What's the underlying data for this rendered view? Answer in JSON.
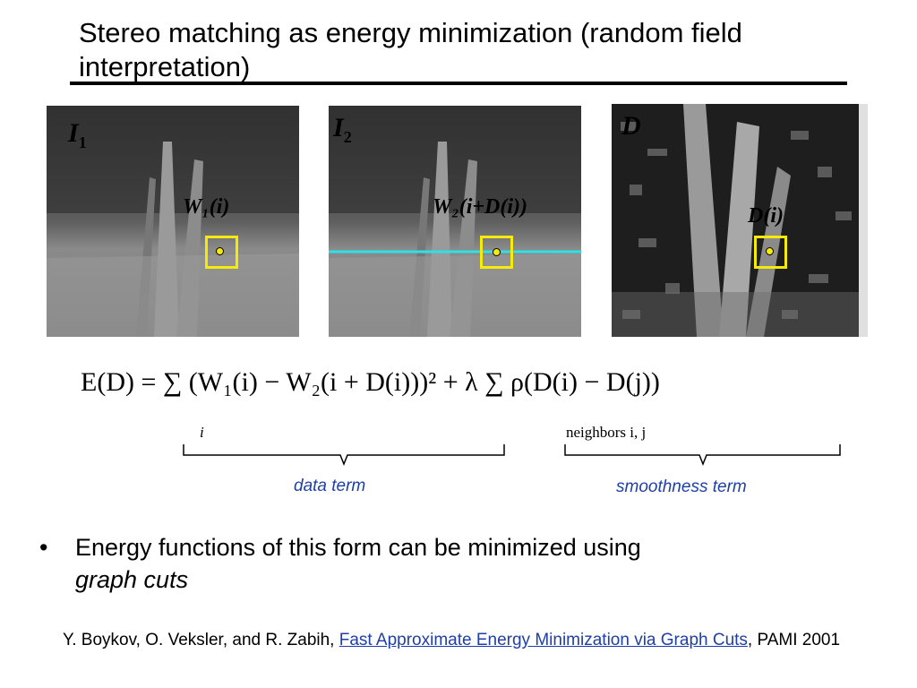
{
  "slide": {
    "title": "Stereo matching as energy minimization (random field interpretation)",
    "images": {
      "left": {
        "label": "I",
        "label_sub": "1",
        "window_label": "W₁(i)"
      },
      "middle": {
        "label": "I",
        "label_sub": "2",
        "window_label": "W₂(i+D(i))"
      },
      "right": {
        "label": "D",
        "window_label": "D(i)"
      }
    },
    "formula": {
      "text": "E(D) = ∑ (W₁(i) − W₂(i + D(i)))² + λ  ∑ ρ(D(i) − D(j))",
      "sum1_subscript": "i",
      "sum2_subscript": "neighbors i, j"
    },
    "annotations": {
      "data_term": "data term",
      "smoothness_term": "smoothness term"
    },
    "bullet": {
      "symbol": "•",
      "text": "Energy functions of this form can be minimized using",
      "emphasis": "graph cuts"
    },
    "reference": {
      "authors": "Y. Boykov, O. Veksler, and R. Zabih, ",
      "link_text": "Fast Approximate Energy Minimization via Graph Cuts",
      "venue": ",  PAMI 2001"
    }
  },
  "colors": {
    "window_box": "#f5ea0a",
    "scanline": "#2fe0e6",
    "annotation_text": "#1f3fa8"
  }
}
